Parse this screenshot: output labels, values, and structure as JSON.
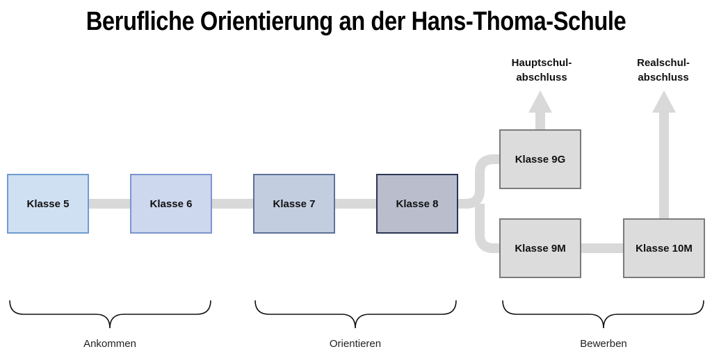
{
  "title": "Berufliche Orientierung an der Hans-Thoma-Schule",
  "classes": {
    "k5": "Klasse 5",
    "k6": "Klasse 6",
    "k7": "Klasse 7",
    "k8": "Klasse 8",
    "k9g": "Klasse 9G",
    "k9m": "Klasse 9M",
    "k10m": "Klasse 10M"
  },
  "degrees": {
    "hauptschul_line1": "Hauptschul-",
    "hauptschul_line2": "abschluss",
    "realschul_line1": "Realschul-",
    "realschul_line2": "abschluss"
  },
  "phases": {
    "ankommen": "Ankommen",
    "orientieren": "Orientieren",
    "bewerben": "Bewerben"
  },
  "colors": {
    "connector": "#d9d9d9",
    "bracket": "#111111",
    "box_5_fill": "#cfe0f2",
    "box_8_border": "#2b3553",
    "box_9_fill": "#dcdcdc"
  }
}
